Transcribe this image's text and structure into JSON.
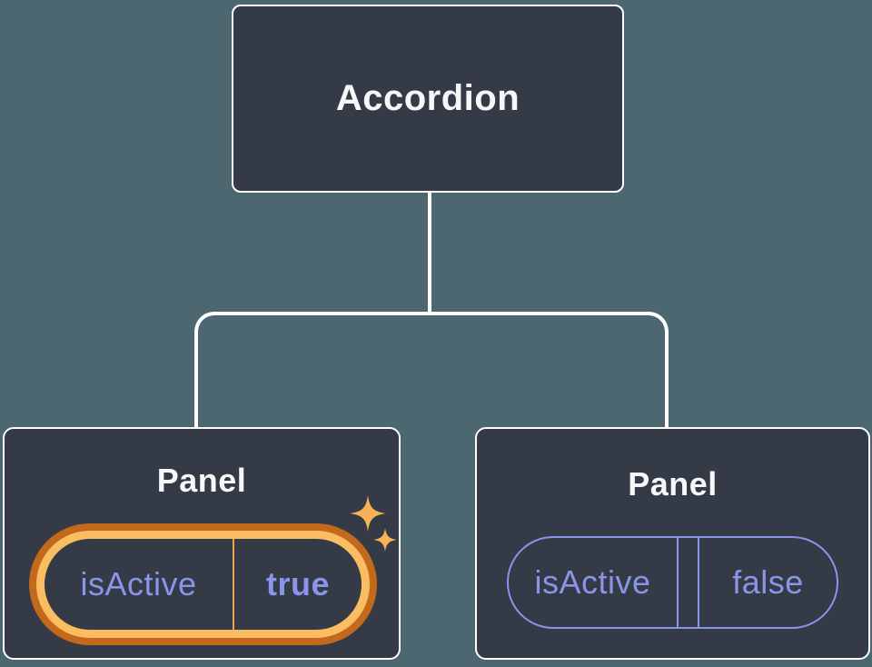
{
  "diagram": {
    "root_node": {
      "label": "Accordion"
    },
    "panel_nodes": [
      {
        "label": "Panel",
        "state": {
          "key": "isActive",
          "value": "true"
        },
        "highlighted": true,
        "has_sparkles": true
      },
      {
        "label": "Panel",
        "state": {
          "key": "isActive",
          "value": "false"
        },
        "highlighted": false,
        "has_sparkles": false
      }
    ]
  },
  "icons": {
    "sparkles": "two four-pointed star glyphs marking freshly set state"
  },
  "colors": {
    "background": "#4D6771",
    "node_fill": "#343A46",
    "node_border": "#FFFFFF",
    "connector_line": "#FFFFFF",
    "title_text": "#F6F7F9",
    "state_text": "#8A94E8",
    "inactive_pill_outline": "#8A94E8",
    "highlight_ring_outer": "#C2691B",
    "highlight_ring_inner": "#FABD62",
    "highlight_divider": "#EFA348",
    "sparkle": "#F6B254"
  }
}
